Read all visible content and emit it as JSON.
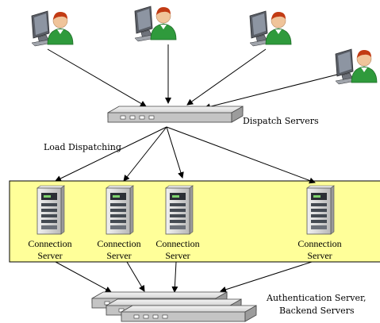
{
  "labels": {
    "dispatch": "Dispatch Servers",
    "load": "Load Dispatching",
    "auth_line1": "Authentication Server,",
    "auth_line2": "Backend Servers"
  },
  "servers": [
    {
      "line1": "Connection",
      "line2": "Server"
    },
    {
      "line1": "Connection",
      "line2": "Server"
    },
    {
      "line1": "Connection",
      "line2": "Server"
    },
    {
      "line1": "Connection",
      "line2": "Server"
    }
  ],
  "colors": {
    "zone_fill": "#ffff99",
    "zone_border": "#000000",
    "user_shirt": "#2f9a3c",
    "user_skin": "#f0c49a",
    "user_hair": "#c23b14",
    "monitor": "#5a5e66",
    "screen": "#8d95a2",
    "device_top": "#e8e8e8",
    "device_face": "#bdbdbd",
    "tower": "#d9d9d9"
  },
  "icons": [
    "user-workstation-icon",
    "dispatch-server-icon",
    "server-tower-icon",
    "backend-server-icon",
    "arrow-icon"
  ]
}
